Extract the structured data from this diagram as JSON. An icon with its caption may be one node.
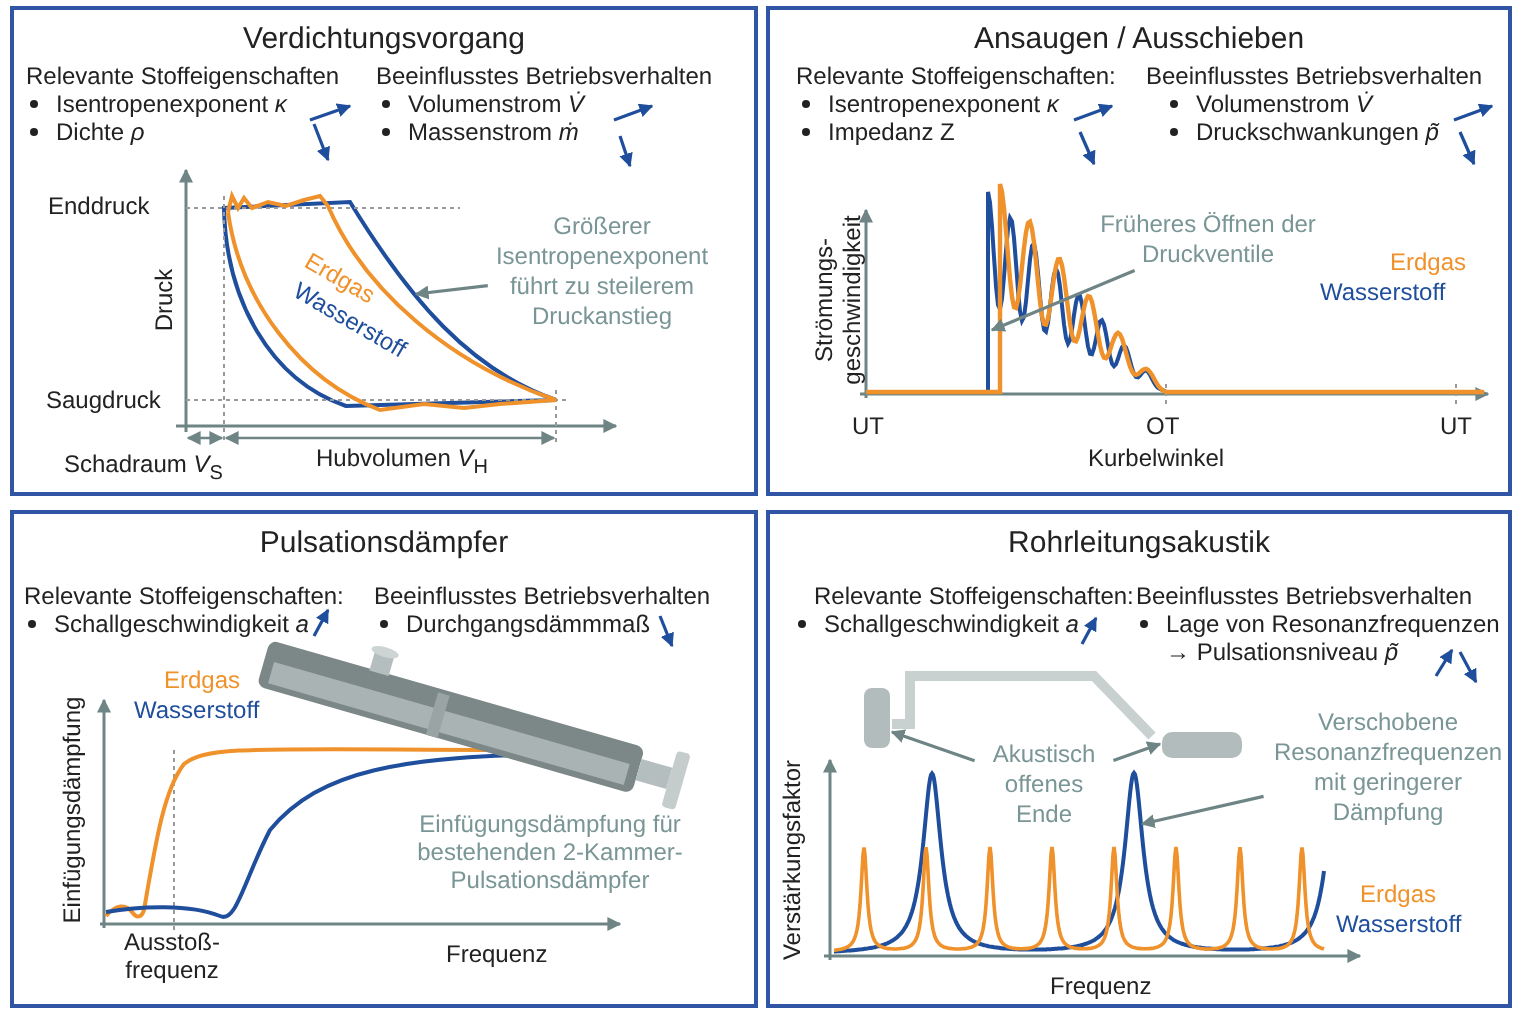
{
  "diagram": {
    "nodes": [
      {
        "text": [
          "Verdichtungsvorgang"
        ]
      },
      {
        "text": [
          "Größerer Isentropenexponent führt zu steilerem Druckanstieg"
        ],
        "in": 0
      },
      {
        "text": [],
        "shape": "curve",
        "in": 0
      },
      {
        "text": [
          "Ansaugen / Ausschieben"
        ]
      },
      {
        "text": [
          "Früheres Öffnen der Druckventile"
        ],
        "in": 3
      },
      {
        "text": [],
        "shape": "curve",
        "in": 3
      },
      {
        "text": [
          "Pulsationsdämpfer"
        ]
      },
      {
        "text": [
          "Rohrleitungsakustik"
        ]
      },
      {
        "text": [],
        "shape": "picture",
        "in": 7
      },
      {
        "text": [
          "Akustisch offenes Ende"
        ],
        "in": 7
      },
      {
        "text": [
          "Verschobene Resonanzfrequenzen mit geringerer Dämpfung"
        ],
        "in": 7
      },
      {
        "text": [],
        "shape": "curve",
        "in": 7
      }
    ],
    "edges": [
      {
        "from": 1,
        "to": 2,
        "arrow": "to"
      },
      {
        "from": 4,
        "to": 5,
        "arrow": "to"
      },
      {
        "from": 9,
        "to": 8,
        "arrow": "to"
      },
      {
        "from": 9,
        "to": 8,
        "arrow": "to"
      },
      {
        "from": 10,
        "to": 11,
        "arrow": "to"
      }
    ],
    "labels": [
      "Relevante Stoffeigenschaften",
      "Isentropenexponent *κ*",
      "Dichte *ρ*",
      "Beeinflusstes Betriebsverhalten",
      "Volumenstrom *V̇*",
      "Massenstrom *ṁ*",
      "Enddruck",
      "Druck",
      "Erdgas",
      "Wasserstoff",
      "Saugdruck",
      "Schadraum *V*$_{S}$",
      "Hubvolumen *V*$_{H}$",
      "Relevante Stoffeigenschaften:",
      "Isentropenexponent *κ*",
      "Impedanz Z",
      "Beeinflusstes Betriebsverhalten",
      "Volumenstrom *V̇*",
      "Druckschwankungen *p̃*",
      "Strömungs- geschwindigkeit",
      "Erdgas",
      "Wasserstoff",
      "UT",
      "OT",
      "UT",
      "Kurbelwinkel",
      "Relevante Stoffeigenschaften:",
      "Schallgeschwindigkeit *a*",
      "Beeinflusstes Betriebsverhalten",
      "Durchgangsdämmmaß",
      "Erdgas",
      "Wasserstoff",
      "Einfügungsdämpfung",
      "Einfügungsdämpfung für bestehenden 2-Kammer-Pulsationsdämpfer",
      "Ausstoß- frequenz",
      "Frequenz",
      "Relevante Stoffeigenschaften:",
      "Schallgeschwindigkeit *a*",
      "Beeinflusstes Betriebsverhalten",
      "Lage von Resonanzfrequenzen",
      "→ Pulsationsniveau *p̃*",
      "Verstärkungsfaktor",
      "Frequenz",
      "Erdgas",
      "Wasserstoff"
    ]
  }
}
